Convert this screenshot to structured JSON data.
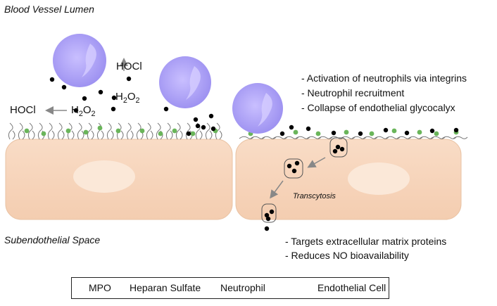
{
  "labels": {
    "lumen": "Blood Vessel Lumen",
    "subendothelial": "Subendothelial Space",
    "transcytosis": "Transcytosis"
  },
  "chemistry": {
    "hocl_top": "HOCl",
    "hocl_left": "HOCl",
    "h2o2_main": "H",
    "h2o2_sub": "2",
    "h2o2_mid": "O",
    "h2o2_sub2": "2"
  },
  "bullets_top": [
    "- Activation of neutrophils via integrins",
    "- Neutrophil recruitment",
    "- Collapse of endothelial glycocalyx"
  ],
  "bullets_bottom": [
    "- Targets extracellular matrix proteins",
    "- Reduces NO bioavailability"
  ],
  "legend": {
    "mpo": "MPO",
    "heparan": "Heparan Sulfate",
    "neutrophil": "Neutrophil",
    "endothelial": "Endothelial Cell"
  },
  "colors": {
    "neutrophil": "#a99cf4",
    "cell": "#f8d8bf",
    "nucleus": "#fcecdf",
    "heparan": "#6ab55a",
    "mpo": "#000000",
    "arrow": "#888888"
  }
}
